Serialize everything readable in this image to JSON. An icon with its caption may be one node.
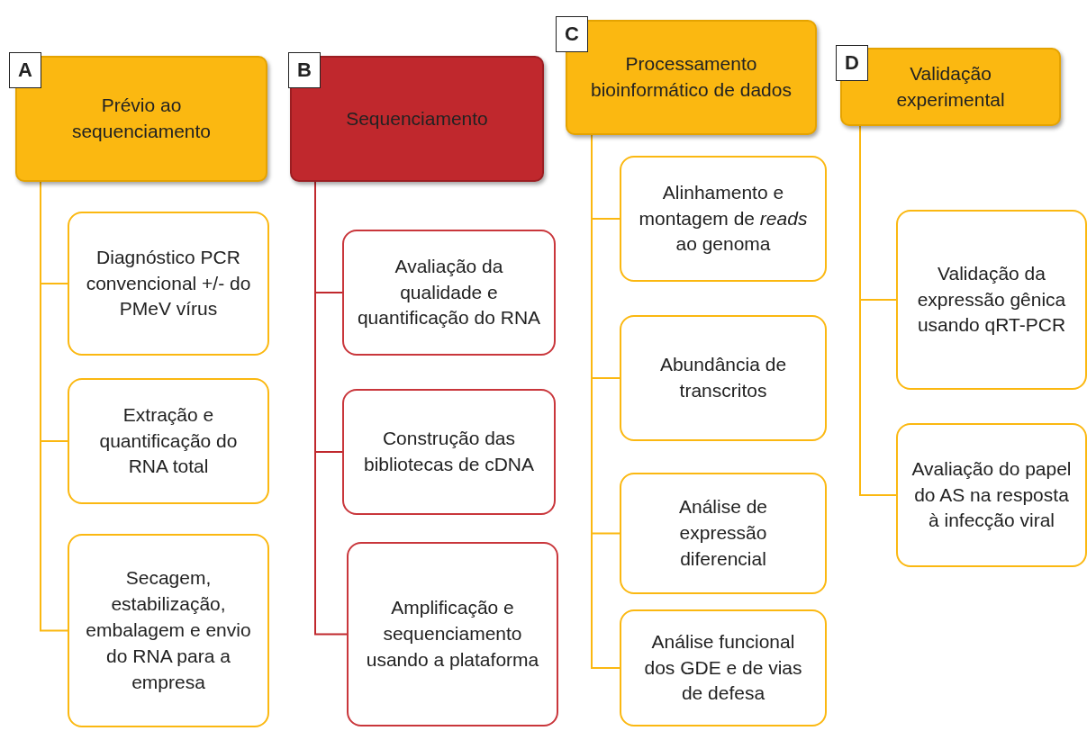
{
  "diagram": {
    "nodes": [
      {
        "text": [
          "A"
        ]
      },
      {
        "text": [
          "Prévio ao sequenciamento"
        ]
      },
      {
        "text": [
          "Diagnóstico PCR convencional +/- do PMeV vírus"
        ]
      },
      {
        "text": [
          "Extração e quantificação do RNA total"
        ]
      },
      {
        "text": [
          "Secagem, estabilização, embalagem e envio do RNA para a empresa"
        ]
      },
      {
        "text": [
          "B"
        ]
      },
      {
        "text": [
          "Sequenciamento"
        ]
      },
      {
        "text": [
          "Avaliação da qualidade e quantificação do RNA"
        ]
      },
      {
        "text": [
          "Construção das bibliotecas de cDNA"
        ]
      },
      {
        "text": [
          "Amplificação e sequenciamento usando a plataforma"
        ]
      },
      {
        "text": [
          "C"
        ]
      },
      {
        "text": [
          "Processamento bioinformático de dados"
        ]
      },
      {
        "text": [
          "Alinhamento e montagem de *reads* ao genoma"
        ]
      },
      {
        "text": [
          "Abundância de transcritos"
        ]
      },
      {
        "text": [
          "Análise de expressão diferencial"
        ]
      },
      {
        "text": [
          "Análise funcional dos GDE e de vias de defesa"
        ]
      },
      {
        "text": [
          "D"
        ]
      },
      {
        "text": [
          "Validação experimental"
        ]
      },
      {
        "text": [
          "Validação da expressão gênica usando qRT-PCR"
        ]
      },
      {
        "text": [
          "Avaliação do papel do AS na resposta à infecção viral"
        ]
      }
    ],
    "edges": [
      {
        "from": 1,
        "to": 2,
        "arrow": "none"
      },
      {
        "from": 1,
        "to": 3,
        "arrow": "none"
      },
      {
        "from": 1,
        "to": 4,
        "arrow": "none"
      },
      {
        "from": 6,
        "to": 7,
        "arrow": "none",
        "color": "#c0282d"
      },
      {
        "from": 6,
        "to": 8,
        "arrow": "none",
        "color": "#c0282d"
      },
      {
        "from": 6,
        "to": 9,
        "arrow": "none",
        "color": "#c0282d"
      },
      {
        "from": 11,
        "to": 12,
        "arrow": "none"
      },
      {
        "from": 11,
        "to": 13,
        "arrow": "none"
      },
      {
        "from": 11,
        "to": 14,
        "arrow": "none"
      },
      {
        "from": 11,
        "to": 15,
        "arrow": "none"
      },
      {
        "from": 17,
        "to": 18,
        "arrow": "none"
      },
      {
        "from": 17,
        "to": 19,
        "arrow": "none"
      }
    ]
  }
}
